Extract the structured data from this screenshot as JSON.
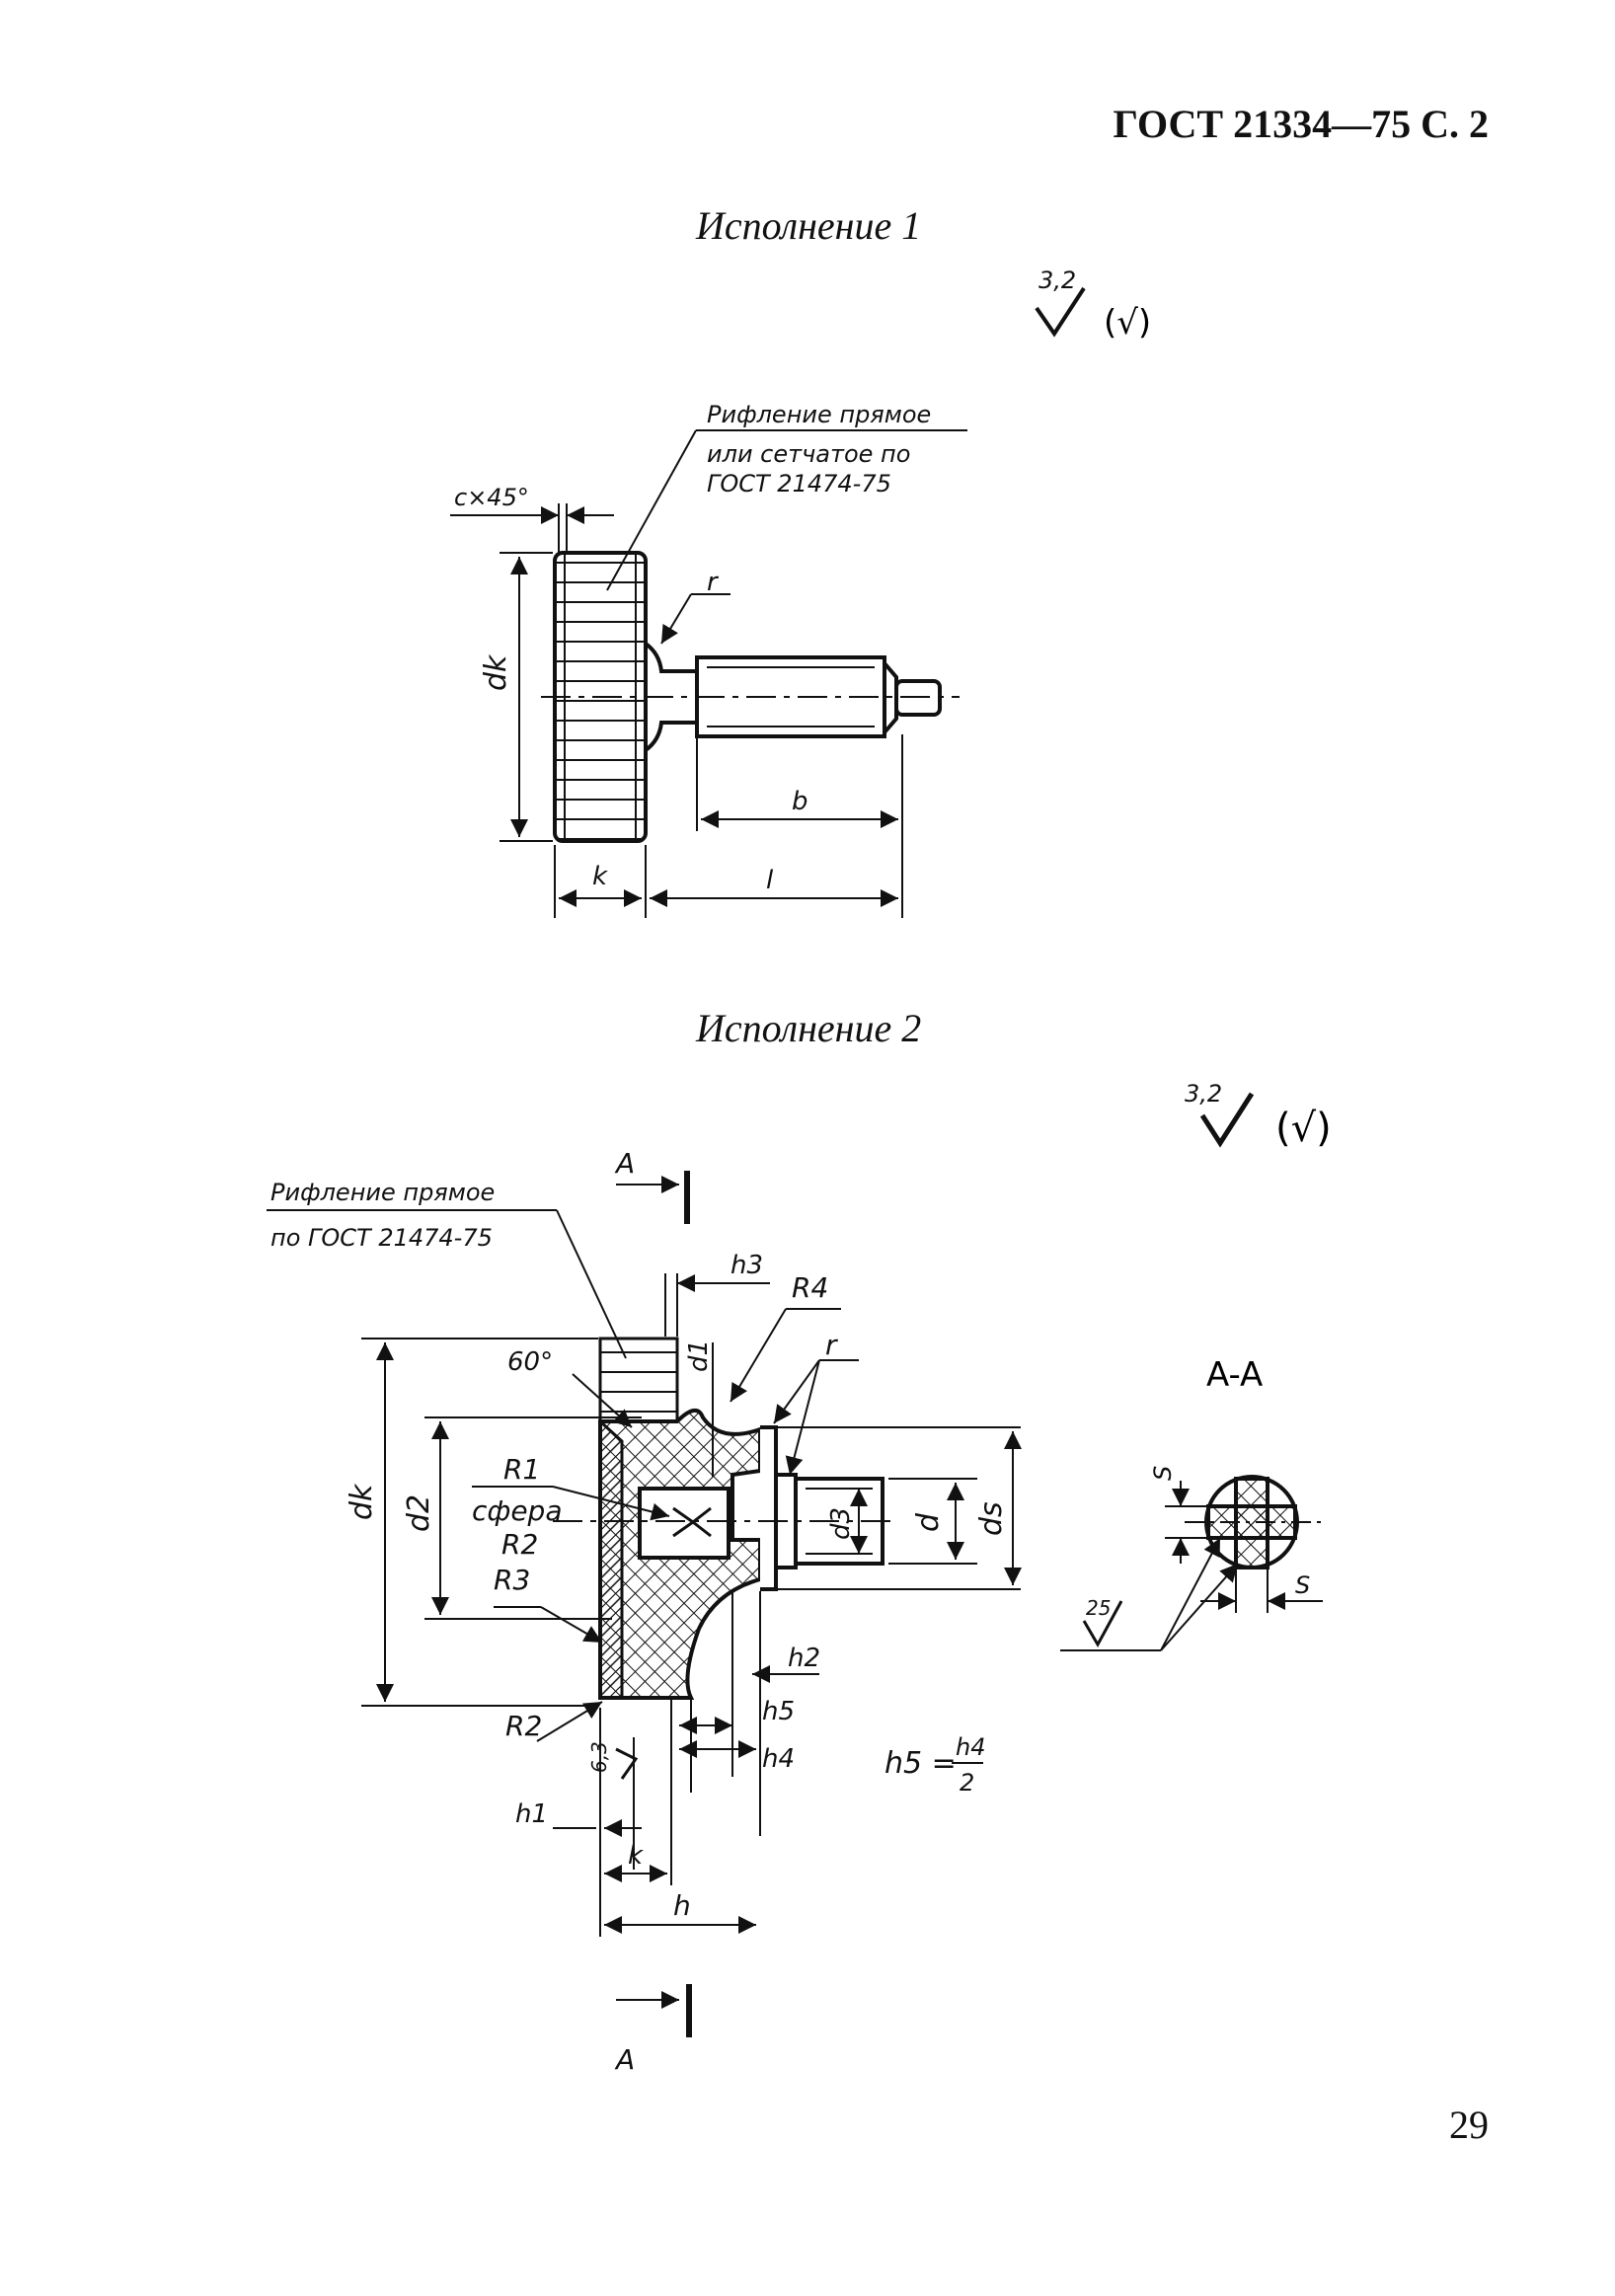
{
  "header": {
    "standard": "ГОСТ 21334—75 С. 2"
  },
  "page": {
    "number": "29"
  },
  "variant1": {
    "caption": "Исполнение 1",
    "roughness": {
      "value": "3,2",
      "extra": "(√)"
    },
    "knurl_note": [
      "Рифление прямое",
      "или сетчатое по",
      "ГОСТ 21474-75"
    ],
    "labels": {
      "chamfer": "c×45°",
      "dk": "dk",
      "r": "r",
      "b": "b",
      "k": "k",
      "l": "l"
    }
  },
  "variant2": {
    "caption": "Исполнение 2",
    "roughness": {
      "value": "3,2",
      "extra": "(√)"
    },
    "knurl_note": [
      "Рифление прямое",
      "по ГОСТ 21474-75"
    ],
    "labels": {
      "section_mark": "A",
      "section_mark_bottom": "A",
      "angle": "60°",
      "h3": "h3",
      "R4": "R4",
      "d1": "d1",
      "r": "r",
      "dk": "dk",
      "d2": "d2",
      "R1": "R1",
      "sphere": "сфера",
      "R2": "R2",
      "R3": "R3",
      "R2b": "R2",
      "d3": "d3",
      "d": "d",
      "ds": "ds",
      "h2": "h2",
      "h5": "h5",
      "h4": "h4",
      "rough63": "6,3",
      "h1": "h1",
      "k": "k",
      "h": "h",
      "formula_lhs": "h5 =",
      "formula_num": "h4",
      "formula_den": "2"
    }
  },
  "section_aa": {
    "title": "A-A",
    "s_top": "S",
    "s_bottom": "S",
    "roughness": "25"
  }
}
